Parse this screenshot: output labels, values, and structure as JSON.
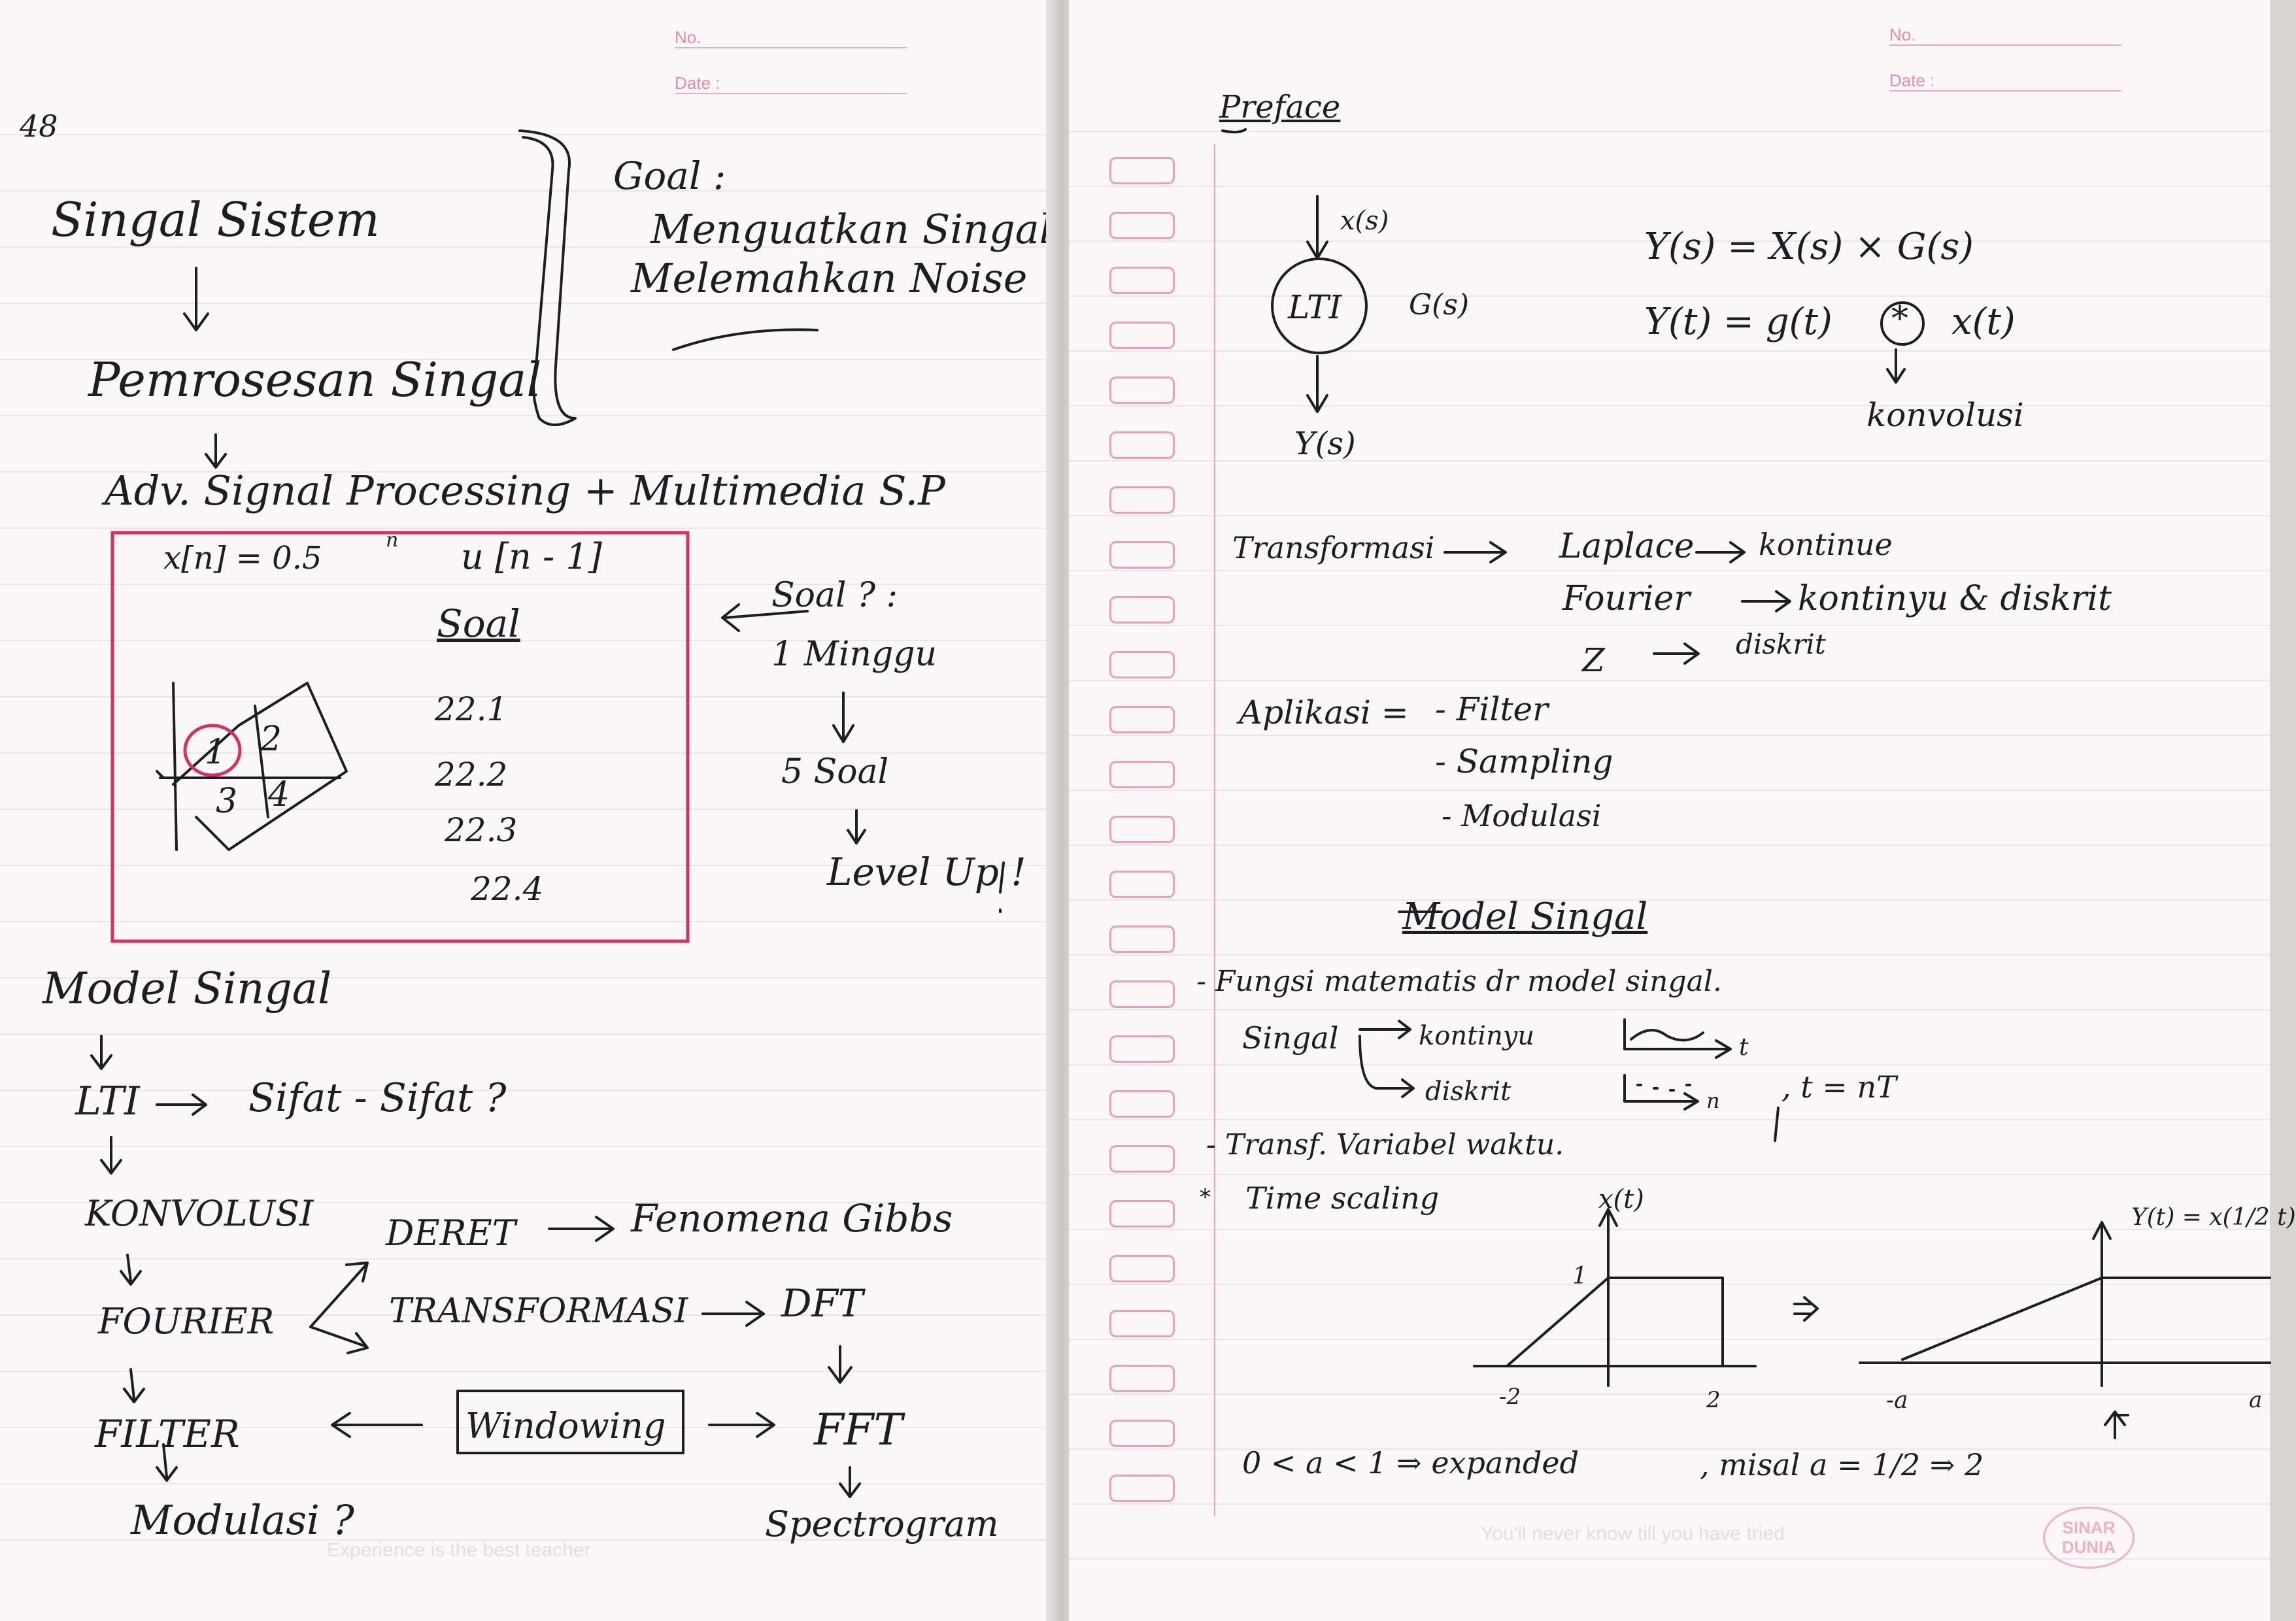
{
  "header": {
    "no_label": "No.",
    "date_label": "Date :"
  },
  "left_page": {
    "page_mark": "48",
    "flow_top": [
      "Singal Sistem",
      "Pemrosesan Singal",
      "Adv. Signal Processing + Multimedia S.P"
    ],
    "goal": {
      "title": "Goal :",
      "lines": [
        "Menguatkan Singal",
        "Melemahkan Noise"
      ]
    },
    "box": {
      "formula_left": "x[n] = 0.5",
      "formula_exp": "n",
      "formula_right": "u [n - 1]",
      "soal_label": "Soal",
      "soal_items": [
        "22.1",
        "22.2",
        "22.3",
        "22.4"
      ],
      "grid_cells": [
        "1",
        "2",
        "3",
        "4"
      ]
    },
    "soal_note": {
      "question": "Soal ? :",
      "line1": "1 Minggu",
      "line2": "5 Soal",
      "line3": "Level Up !"
    },
    "flow_bottom": {
      "model": "Model Singal",
      "lti": "LTI",
      "sifat": "Sifat - Sifat ?",
      "konvolusi": "KONVOLUSI",
      "fourier": "FOURIER",
      "peret": "DERET",
      "fenomena": "Fenomena Gibbs",
      "transformasi": "TRANSFORMASI",
      "dft": "DFT",
      "filter": "FILTER",
      "windowing": "Windowing",
      "fft": "FFT",
      "modulasi": "Modulasi ?",
      "spectrogram": "Spectrogram"
    },
    "footer": "Experience is the best teacher"
  },
  "right_page": {
    "preface": "Preface",
    "lti_block": {
      "input": "x(s)",
      "system": "LTI",
      "transfer": "G(s)",
      "output": "Y(s)"
    },
    "equations": {
      "eq1": "Y(s) = X(s) × G(s)",
      "eq2_left": "Y(t) = g(t)",
      "eq2_op": "*",
      "eq2_right": "x(t)",
      "note": "konvolusi"
    },
    "transformasi": {
      "label": "Transformasi",
      "rows": [
        {
          "name": "Laplace",
          "domain": "kontinue"
        },
        {
          "name": "Fourier",
          "domain": "kontinyu & diskrit"
        },
        {
          "name": "Z",
          "domain": "diskrit"
        }
      ]
    },
    "aplikasi": {
      "label": "Aplikasi =",
      "items": [
        "- Filter",
        "- Sampling",
        "- Modulasi"
      ]
    },
    "model_singal": {
      "title": "Model Singal",
      "line1": "- Fungsi matematis dr model singal.",
      "singal": "Singal",
      "kontinyu": "kontinyu",
      "diskrit": "diskrit",
      "t_axis": "t",
      "n_axis": "n",
      "sample_rel": ", t = nT",
      "line2": "- Transf. Variabel waktu.",
      "line3": "Time scaling",
      "star": "*"
    },
    "graph1": {
      "ylabel": "x(t)",
      "y_tick": "1",
      "x_ticks": [
        "-2",
        "2"
      ]
    },
    "graph2": {
      "ylabel": "Y(t) = x(1/2 t)",
      "x_ticks": [
        "-a",
        "a"
      ]
    },
    "bottom_line": {
      "text": "0 < a < 1 ⇒ expanded",
      "misal": ", misal a = 1/2 ⇒ 2"
    },
    "footer": "You'll never know till you have tried",
    "logo": "SINAR DUNIA"
  }
}
